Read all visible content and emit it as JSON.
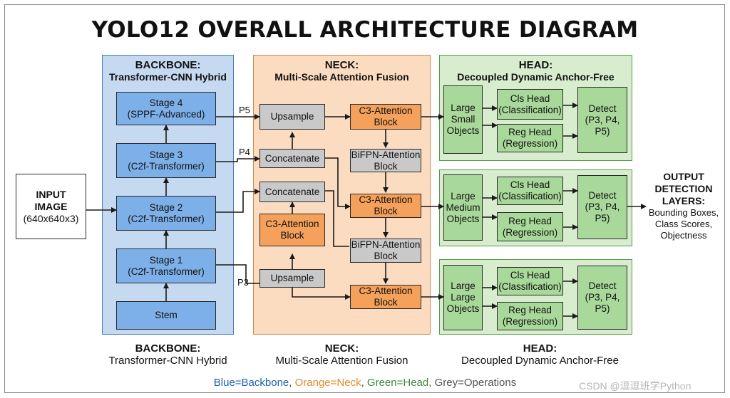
{
  "title": "YOLO12 OVERALL ARCHITECTURE DIAGRAM",
  "input": {
    "line1": "INPUT",
    "line2": "IMAGE",
    "line3": "(640x640x3)"
  },
  "backbone": {
    "heading": "BACKBONE:",
    "subheading": "Transformer-CNN Hybrid",
    "stages": [
      {
        "l1": "Stage 4",
        "l2": "(SPPF-Advanced)"
      },
      {
        "l1": "Stage 3",
        "l2": "(C2f-Transformer)"
      },
      {
        "l1": "Stage 2",
        "l2": "(C2f-Transformer)"
      },
      {
        "l1": "Stage 1",
        "l2": "(C2f-Transformer)"
      }
    ],
    "stem": "Stem",
    "caption_title": "BACKBONE:",
    "caption_sub": "Transformer-CNN Hybrid"
  },
  "neck": {
    "heading": "NECK:",
    "subheading": "Multi-Scale Attention Fusion",
    "upsample": "Upsample",
    "concatenate": "Concatenate",
    "c3_l1": "C3-Attention",
    "c3_l2": "Block",
    "bifpn_l1": "BiFPN-Attention",
    "bifpn_l2": "Block",
    "caption_title": "NECK:",
    "caption_sub": "Multi-Scale Attention Fusion"
  },
  "head": {
    "heading": "HEAD:",
    "subheading": "Decoupled Dynamic Anchor-Free",
    "rows": [
      {
        "o1": "Large",
        "o2": "Small",
        "o3": "Objects"
      },
      {
        "o1": "Large",
        "o2": "Medium",
        "o3": "Objects"
      },
      {
        "o1": "Large",
        "o2": "Large",
        "o3": "Objects"
      }
    ],
    "cls_l1": "Cls Head",
    "cls_l2": "(Classification)",
    "reg_l1": "Reg Head",
    "reg_l2": "(Regression)",
    "det_l1": "Detect",
    "det_l2": "(P3, P4,",
    "det_l3": "P5)",
    "caption_title": "HEAD:",
    "caption_sub": "Decoupled Dynamic Anchor-Free"
  },
  "labels": {
    "p5": "P5",
    "p4": "P4",
    "p3": "P3"
  },
  "output": {
    "l1": "OUTPUT",
    "l2": "DETECTION",
    "l3": "LAYERS:",
    "i1": "Bounding Boxes,",
    "i2": "Class Scores,",
    "i3": "Objectness"
  },
  "legend": {
    "blue": "Blue=Backbone",
    "orange": "Orange=Neck",
    "green": "Green=Head",
    "grey": "Grey=Operations",
    "sep": ", "
  },
  "colors": {
    "blue": "#1f5fae",
    "orange": "#e48a2a",
    "green": "#3c8a3c",
    "grey": "#555555"
  },
  "watermark": "CSDN @逗逗班学Python"
}
